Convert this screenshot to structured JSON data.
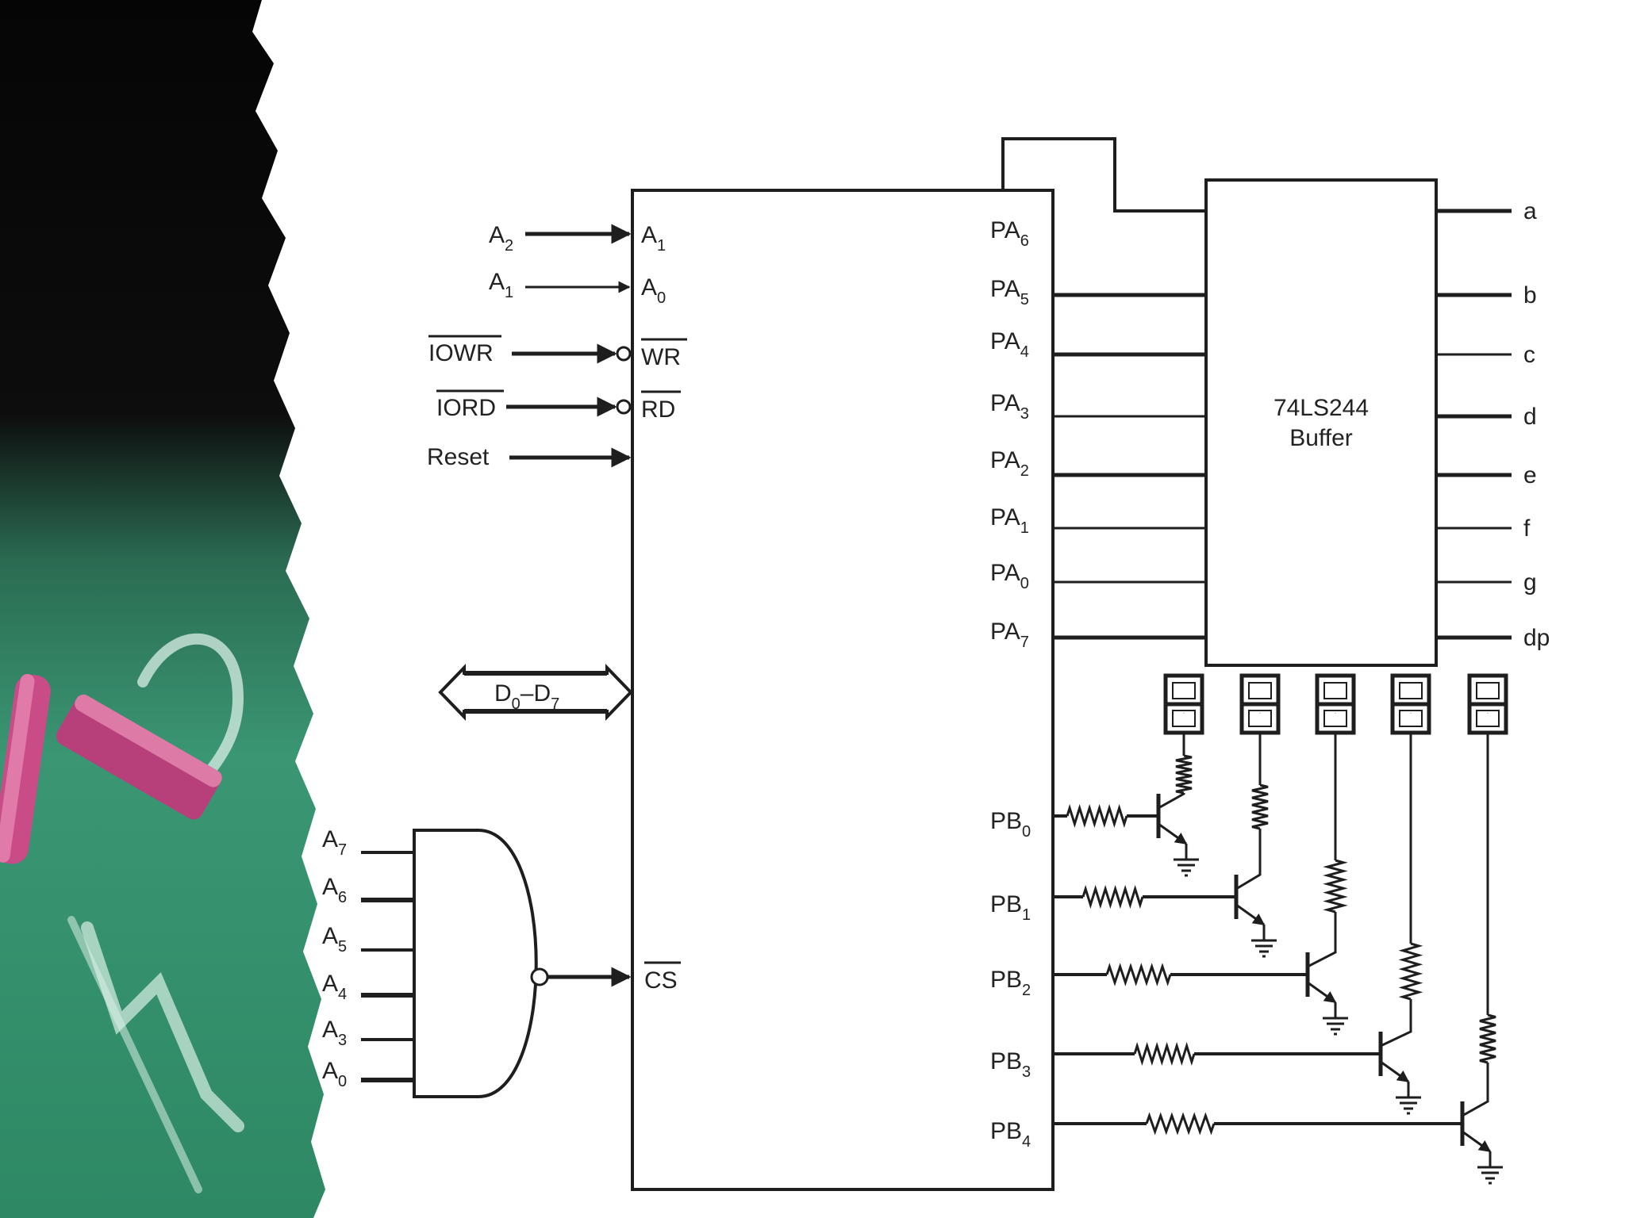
{
  "left_inputs": [
    {
      "id": "a2",
      "text": "A",
      "sub": "2",
      "bar": false
    },
    {
      "id": "a1",
      "text": "A",
      "sub": "1",
      "bar": false
    },
    {
      "id": "iowr",
      "text": "IOWR",
      "sub": "",
      "bar": true
    },
    {
      "id": "iord",
      "text": "IORD",
      "sub": "",
      "bar": true
    },
    {
      "id": "reset",
      "text": "Reset",
      "sub": "",
      "bar": false
    }
  ],
  "chip_left_pins": [
    {
      "id": "a1",
      "text": "A",
      "sub": "1",
      "bar": false
    },
    {
      "id": "a0",
      "text": "A",
      "sub": "0",
      "bar": false
    },
    {
      "id": "wr",
      "text": "WR",
      "sub": "",
      "bar": true
    },
    {
      "id": "rd",
      "text": "RD",
      "sub": "",
      "bar": true
    },
    {
      "id": "cs",
      "text": "CS",
      "sub": "",
      "bar": true
    }
  ],
  "data_bus": {
    "text": "D",
    "sub1": "0",
    "dash": "–D",
    "sub2": "7"
  },
  "pa_pins": [
    {
      "text": "PA",
      "sub": "6"
    },
    {
      "text": "PA",
      "sub": "5"
    },
    {
      "text": "PA",
      "sub": "4"
    },
    {
      "text": "PA",
      "sub": "3"
    },
    {
      "text": "PA",
      "sub": "2"
    },
    {
      "text": "PA",
      "sub": "1"
    },
    {
      "text": "PA",
      "sub": "0"
    },
    {
      "text": "PA",
      "sub": "7"
    }
  ],
  "pb_pins": [
    {
      "text": "PB",
      "sub": "0"
    },
    {
      "text": "PB",
      "sub": "1"
    },
    {
      "text": "PB",
      "sub": "2"
    },
    {
      "text": "PB",
      "sub": "3"
    },
    {
      "text": "PB",
      "sub": "4"
    }
  ],
  "buffer": {
    "line1": "74LS244",
    "line2": "Buffer"
  },
  "segment_outputs": [
    "a",
    "b",
    "c",
    "d",
    "e",
    "f",
    "g",
    "dp"
  ],
  "nand_inputs": [
    {
      "text": "A",
      "sub": "7"
    },
    {
      "text": "A",
      "sub": "6"
    },
    {
      "text": "A",
      "sub": "5"
    },
    {
      "text": "A",
      "sub": "4"
    },
    {
      "text": "A",
      "sub": "3"
    },
    {
      "text": "A",
      "sub": "0"
    }
  ],
  "display_digit": "8",
  "colors": {
    "chalkboard": "#2f8a66",
    "chalkboard_dark": "#0c0c0c",
    "chalk_pink": "#c94c86",
    "wire": "#1e1e1e"
  }
}
